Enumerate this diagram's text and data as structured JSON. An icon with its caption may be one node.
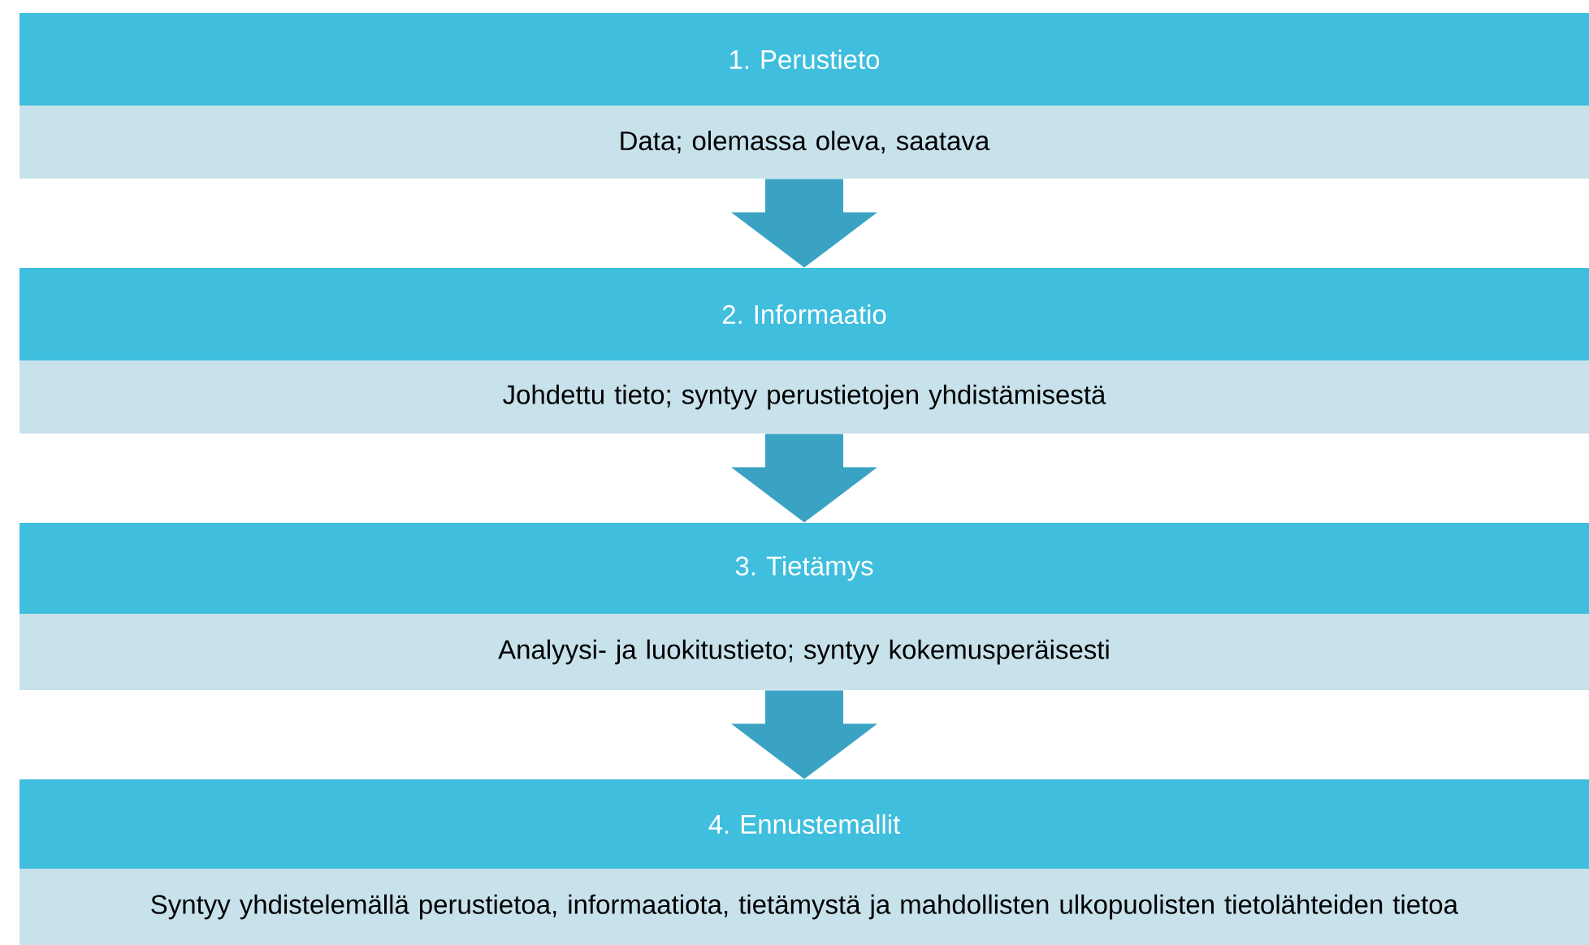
{
  "diagram": {
    "nodes": [
      {
        "text": [
          "1. Perustieto"
        ]
      },
      {
        "text": [
          "Data; olemassa oleva, saatava"
        ]
      },
      {
        "text": [
          "2. Informaatio"
        ]
      },
      {
        "text": [
          "Johdettu tieto; syntyy perustietojen yhdistämisestä"
        ]
      },
      {
        "text": [
          "3. Tietämys"
        ]
      },
      {
        "text": [
          "Analyysi- ja luokitustieto; syntyy kokemusperäisesti"
        ]
      },
      {
        "text": [
          "4. Ennustemallit"
        ]
      },
      {
        "text": [
          "Syntyy yhdistelemällä perustietoa, informaatiota, tietämystä ja mahdollisten ulkopuolisten tietolähteiden tietoa"
        ]
      }
    ],
    "edges": [
      {
        "from": 1,
        "to": 2,
        "arrow": "to"
      },
      {
        "from": 3,
        "to": 4,
        "arrow": "to"
      },
      {
        "from": 5,
        "to": 6,
        "arrow": "to"
      }
    ]
  }
}
